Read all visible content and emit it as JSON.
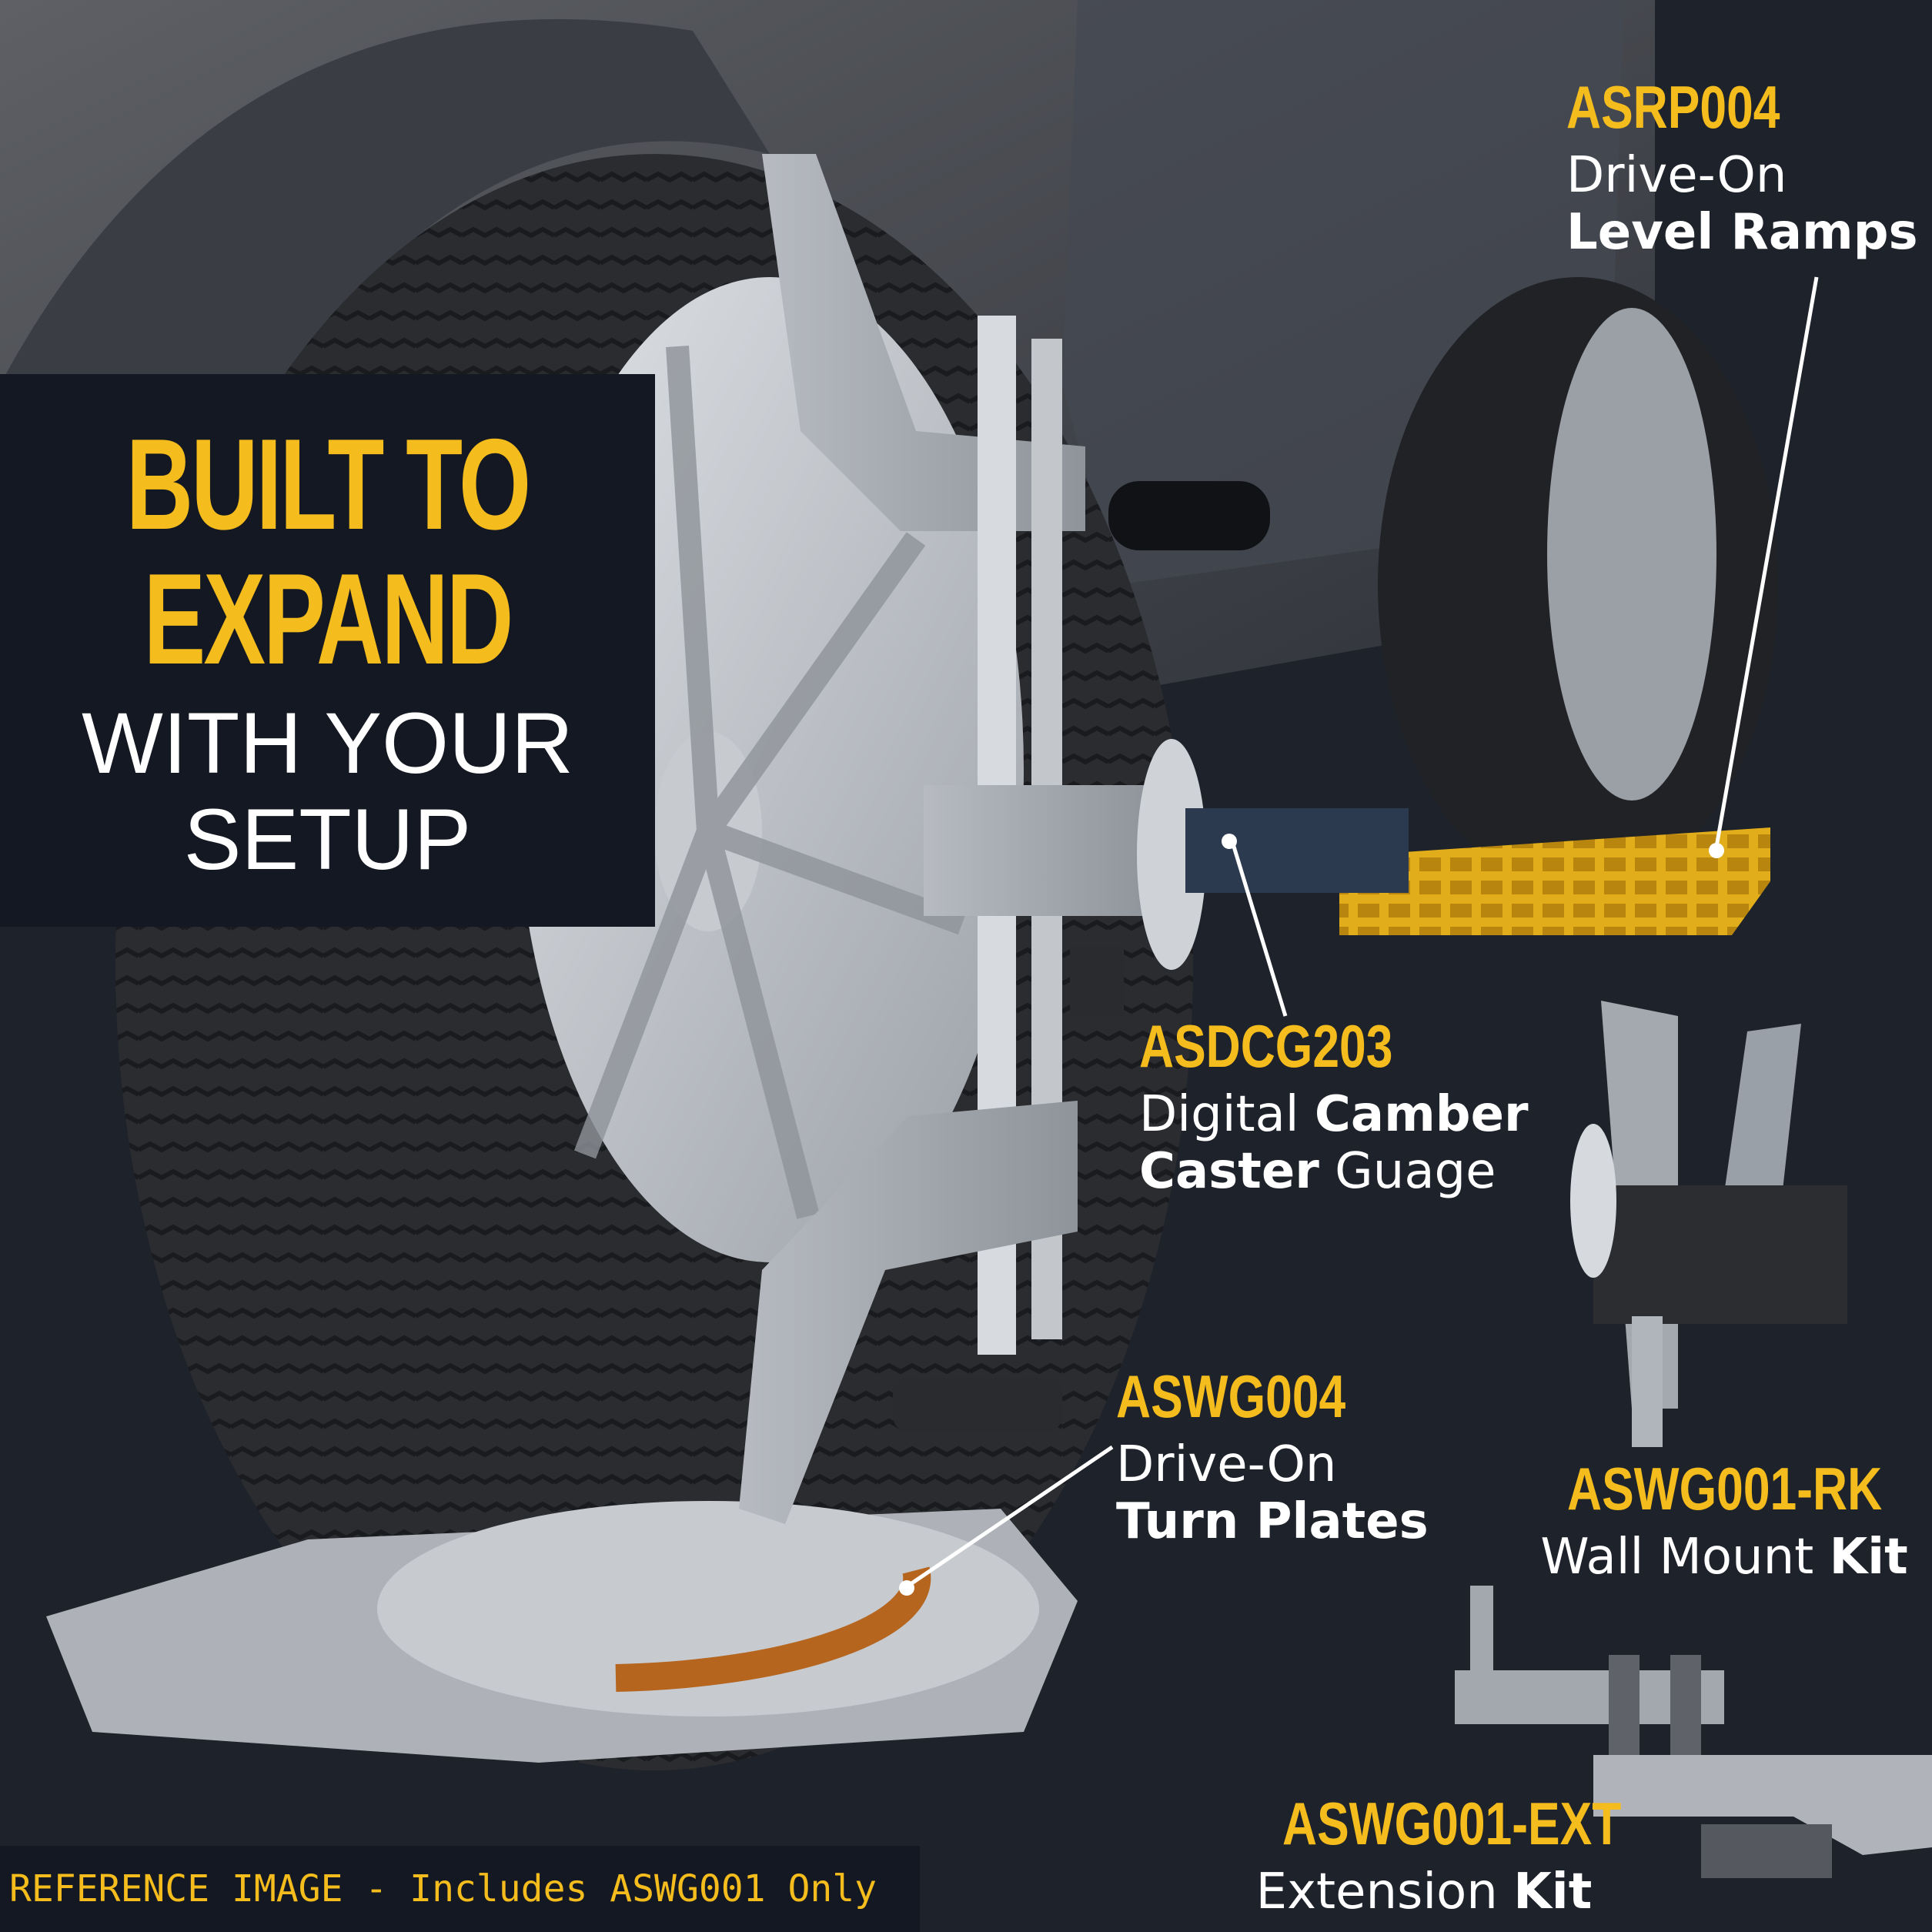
{
  "headline": {
    "line1": "BUILT TO",
    "line2": "EXPAND",
    "line3": "WITH YOUR",
    "line4": "SETUP"
  },
  "products": {
    "ramps": {
      "code": "ASRP004",
      "desc_light": "Drive-On",
      "desc_bold": "Level Ramps"
    },
    "gauge": {
      "code": "ASDCG203",
      "desc_light1": "Digital ",
      "desc_bold1": "Camber",
      "desc_bold2": "Caster",
      "desc_light2": " Guage"
    },
    "turn_plates": {
      "code": "ASWG004",
      "desc_light": "Drive-On",
      "desc_bold": "Turn Plates"
    },
    "wall_mount": {
      "code": "ASWG001-RK",
      "desc_light": "Wall Mount ",
      "desc_bold": "Kit"
    },
    "extension": {
      "code": "ASWG001-EXT",
      "desc_light": "Extension ",
      "desc_bold": "Kit"
    }
  },
  "reference_note": "REFERENCE IMAGE - Includes ASWG001 Only",
  "colors": {
    "accent": "#f4bc1c",
    "background": "#1d212a",
    "panel": "#141822"
  }
}
